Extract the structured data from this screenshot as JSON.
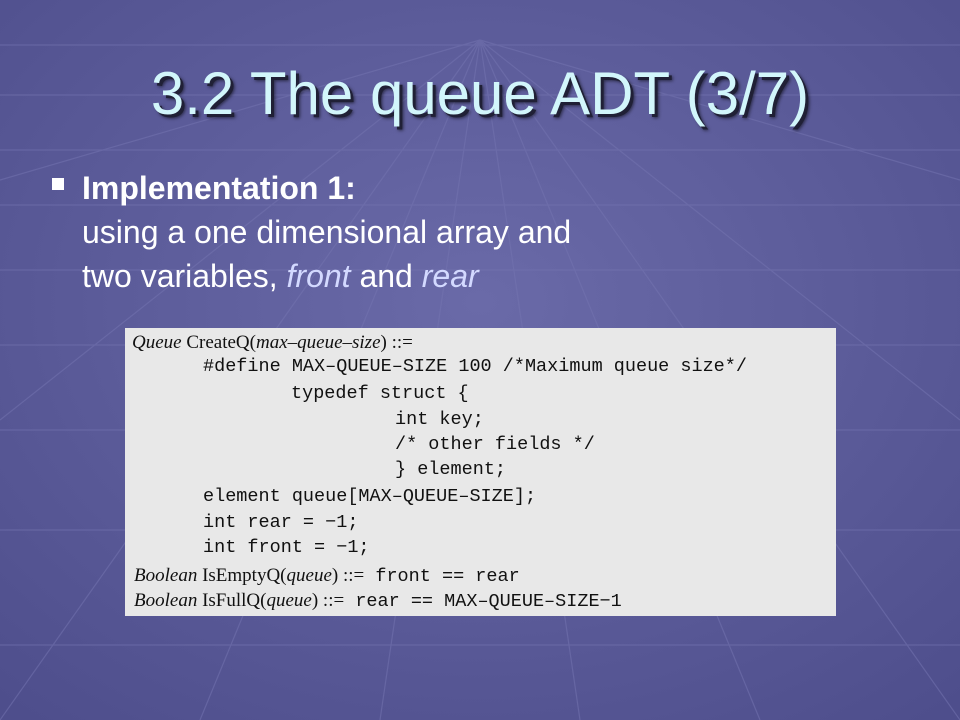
{
  "slide": {
    "title": "3.2 The queue ADT (3/7)",
    "bullet": {
      "heading": "Implementation 1:",
      "line1": "using a one dimensional array and",
      "line2_prefix": "two variables, ",
      "front": "front",
      "and": " and ",
      "rear": "rear"
    }
  },
  "code": {
    "createq": {
      "type": "Queue",
      "fn": "CreateQ(",
      "arg": "max–queue–size",
      "close": ") ::="
    },
    "define": "#define MAX–QUEUE–SIZE 100 /*Maximum queue size*/",
    "typedef": "typedef struct {",
    "int_key": "int key;",
    "other": "/* other fields */",
    "element": "} element;",
    "queue_decl": "element queue[MAX–QUEUE–SIZE];",
    "rear_decl": "int rear = −1;",
    "front_decl": "int front = −1;",
    "isempty": {
      "type": "Boolean",
      "fn": "IsEmptyQ(",
      "arg": "queue",
      "close": ") ::=",
      "code": " front == rear"
    },
    "isfull": {
      "type": "Boolean",
      "fn": "IsFullQ(",
      "arg": "queue",
      "close": ") ::=",
      "code": " rear == MAX–QUEUE–SIZE−1"
    }
  },
  "colors": {
    "background": "#5a5a98",
    "title": "#d2f6fb",
    "panel": "#e8e8e8"
  }
}
